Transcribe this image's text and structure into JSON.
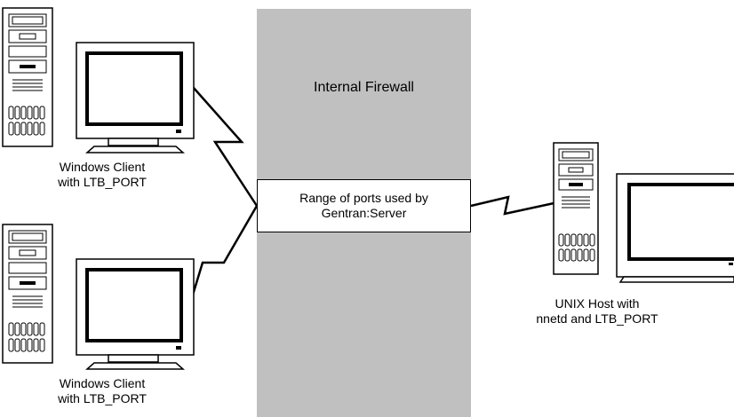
{
  "firewall": {
    "title": "Internal Firewall",
    "color": "#c0c0c0"
  },
  "port_box": {
    "line1": "Range of ports used by",
    "line2": "Gentran:Server"
  },
  "clients": [
    {
      "line1": "Windows Client",
      "line2": "with LTB_PORT",
      "icon": "windows-pc-icon"
    },
    {
      "line1": "Windows Client",
      "line2": "with LTB_PORT",
      "icon": "windows-pc-icon"
    }
  ],
  "host": {
    "line1": "UNIX Host with",
    "line2": "nnetd and LTB_PORT",
    "icon": "unix-workstation-icon"
  },
  "connections": [
    "lightning-bolt-icon",
    "lightning-bolt-icon",
    "lightning-bolt-icon"
  ]
}
